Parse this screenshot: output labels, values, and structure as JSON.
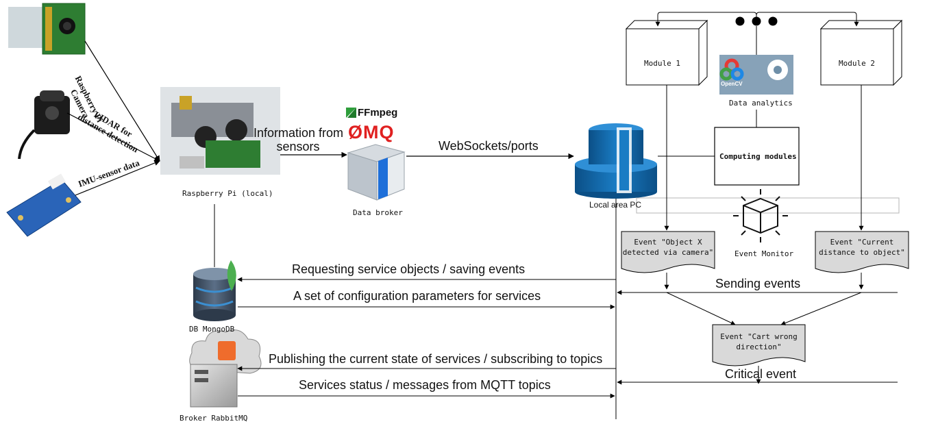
{
  "inputs": {
    "camera_label_1": "Raspberry Pi",
    "camera_label_2": "Camera",
    "lidar_label_1": "LIDAR for",
    "lidar_label_2": "distance detection",
    "imu_label": "IMU-sensor data"
  },
  "nodes": {
    "raspberry": "Raspberry Pi (local)",
    "ffmpeg": "FFmpeg",
    "zmq": "ØMQ",
    "data_broker": "Data broker",
    "local_pc": "Local area PC",
    "mongodb": "DB MongoDB",
    "rabbitmq": "Broker RabbitMQ",
    "module1": "Module 1",
    "module2": "Module 2",
    "opencv": "OpenCV",
    "data_analytics": "Data analytics",
    "computing_modules": "Computing modules",
    "event_monitor": "Event Monitor",
    "event_object_1": "Event \"Object X",
    "event_object_2": "detected via camera\"",
    "event_distance_1": "Event \"Current",
    "event_distance_2": "distance to object\"",
    "event_cart_1": "Event \"Cart wrong",
    "event_cart_2": "direction\""
  },
  "edges": {
    "info_from_sensors_1": "Information from",
    "info_from_sensors_2": "sensors",
    "websockets": "WebSockets/ports",
    "requesting": "Requesting service objects / saving events",
    "config_params": "A set of configuration parameters for services",
    "publishing": "Publishing the current state of services / subscribing to topics",
    "services_status": "Services status / messages from MQTT topics",
    "sending_events": "Sending events",
    "critical_event": "Critical event"
  }
}
